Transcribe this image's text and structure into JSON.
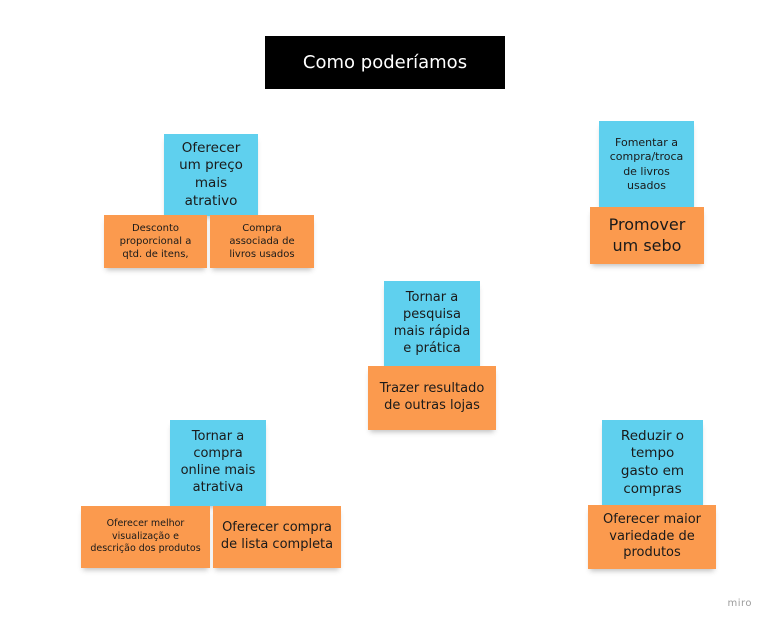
{
  "title": "Como poderíamos",
  "notes": {
    "preco": "Oferecer\num preço\nmais\natrativo",
    "desconto": "Desconto\nproporcional a\nqtd. de itens,",
    "compra_usados": "Compra\nassociada de\nlivros usados",
    "fomentar": "Fomentar a\ncompra/troca\nde livros\nusados",
    "sebo": "Promover\num sebo",
    "pesquisa": "Tornar a\npesquisa\nmais rápida\ne prática",
    "trazer": "Trazer resultado\nde outras lojas",
    "compra_online": "Tornar a\ncompra\nonline mais\natrativa",
    "visualizacao": "Oferecer melhor\nvisualização e\ndescrição dos produtos",
    "lista": "Oferecer compra\nde lista completa",
    "tempo": "Reduzir o\ntempo\ngasto em\ncompras",
    "variedade": "Oferecer maior\nvariedade de\nprodutos"
  },
  "watermark": "miro",
  "colors": {
    "blue_note": "#5fd0ee",
    "orange_note": "#fb9a4e",
    "title_bg": "#000000"
  }
}
